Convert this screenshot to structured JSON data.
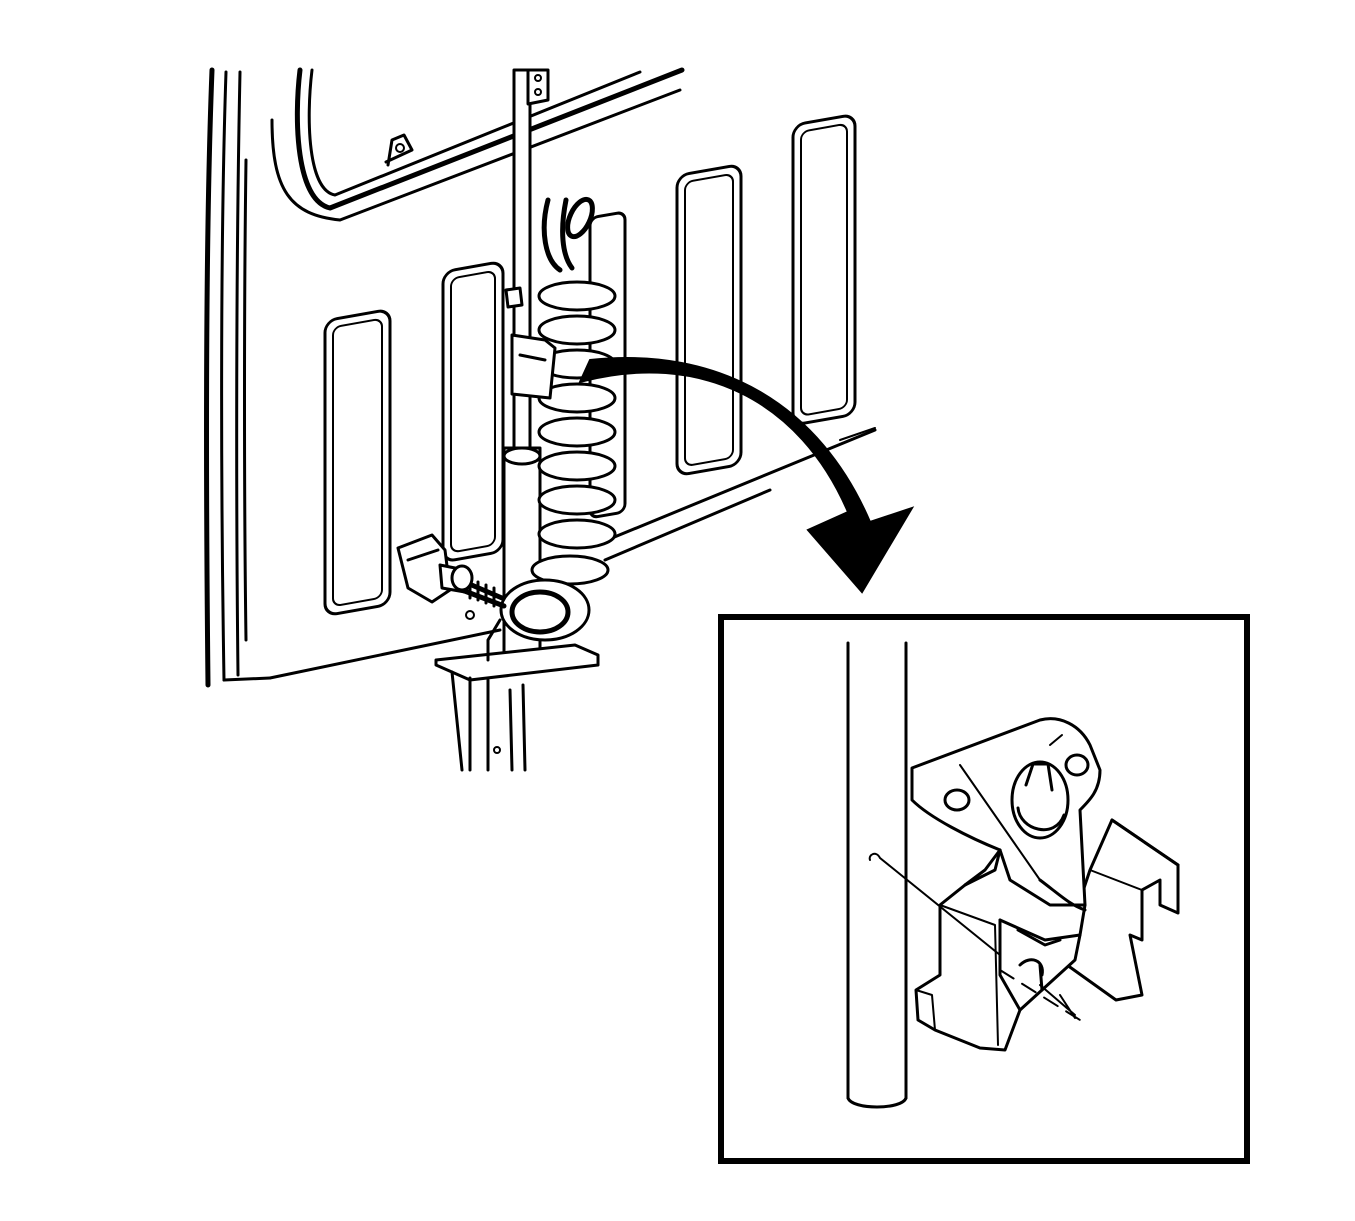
{
  "diagram": {
    "main_view": "trailer-hitch-harness-mounting-overview",
    "detail_view": "harness-clip-on-rod-detail",
    "arrow": "pointer-arrow-to-detail",
    "colors": {
      "line": "#000000",
      "background": "#ffffff"
    }
  }
}
